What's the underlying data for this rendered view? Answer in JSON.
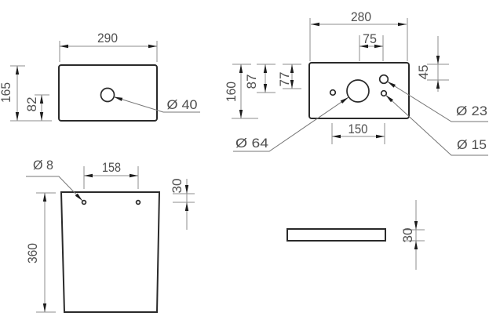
{
  "drawing": {
    "kind": "technical-dimension-drawing",
    "background_color": "#ffffff",
    "outline_color": "#2a2a2a",
    "dimension_line_color": "#8e8e8e",
    "arrow_color": "#1c1c1c",
    "text_color": "#4f4f4f"
  },
  "views": {
    "top_left": {
      "width": "290",
      "height": "165",
      "hole_offset": "82",
      "hole_diameter": "Ø 40"
    },
    "top_right": {
      "width": "280",
      "height": "160",
      "top_spacing": "75",
      "offset_a": "87",
      "offset_b": "77",
      "right_offset": "45",
      "bottom_spacing": "150",
      "hole_large": "Ø 64",
      "hole_medium": "Ø 23",
      "hole_small": "Ø 15"
    },
    "bottom_left": {
      "hole_diameter": "Ø 8",
      "hole_spacing": "158",
      "top_offset": "30",
      "height": "360"
    },
    "bottom_right": {
      "thickness": "30"
    }
  }
}
